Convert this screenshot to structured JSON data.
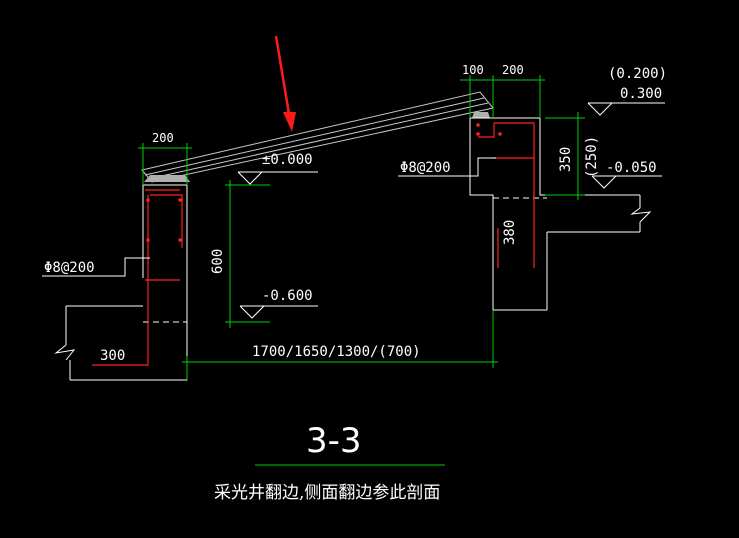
{
  "labels": {
    "dim_200_left": "200",
    "dim_100_top": "100",
    "dim_200_top": "200",
    "elev_pm0": "±0.000",
    "elev_0200": "(0.200)",
    "elev_0300": "0.300",
    "elev_m0050": "-0.050",
    "elev_m0600": "-0.600",
    "rebar_right": "Φ8@200",
    "rebar_left": "Φ8@200",
    "dim_350": "350",
    "dim_250": "(250)",
    "dim_380": "380",
    "dim_600": "600",
    "dim_300": "300",
    "dim_span": "1700/1650/1300/(700)",
    "section_title": "3-3",
    "caption": "采光井翻边,侧面翻边参此剖面"
  },
  "colors": {
    "background": "#000000",
    "dimension": "#00d000",
    "outline": "#ffffff",
    "rebar": "#ff2020",
    "glass": "#c8c8c8",
    "arrow": "#ff2020"
  }
}
